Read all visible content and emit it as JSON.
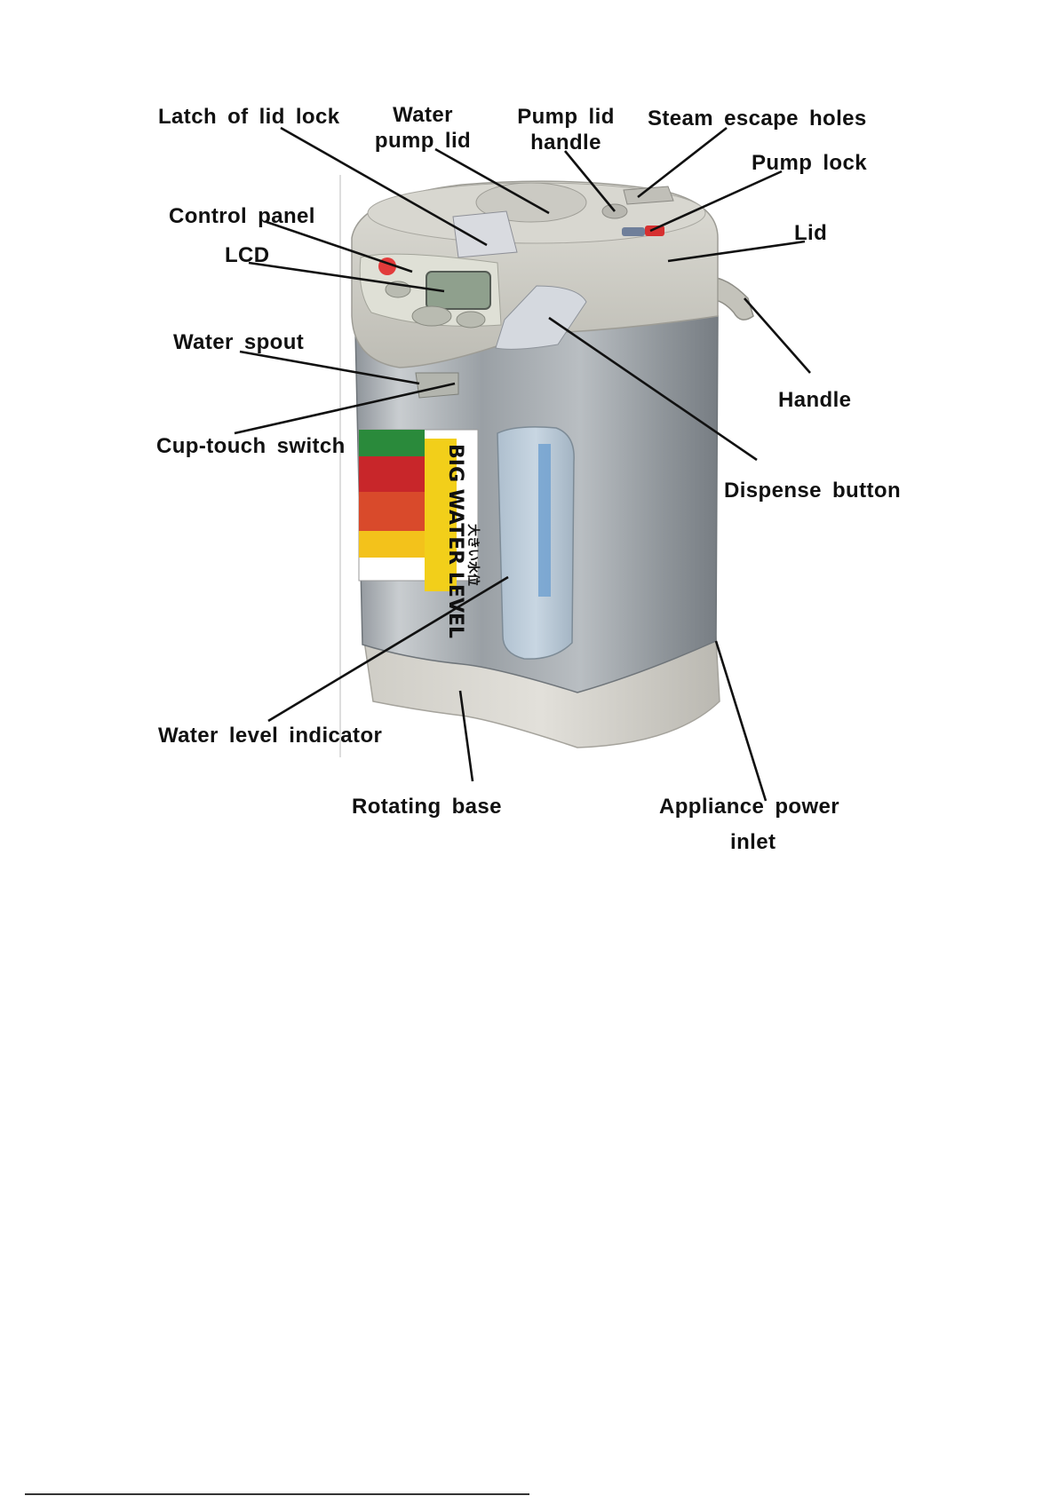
{
  "colors": {
    "label": "#111111",
    "body_steel": "#a9afb3",
    "top_cap": "#cfcfc8",
    "base": "#d8d6cf",
    "button_red": "#e23b3b",
    "window_blue": "#6d9fd0"
  },
  "labels": {
    "latch_of_lid_lock": "Latch of lid lock",
    "water_pump_lid_1": "Water",
    "water_pump_lid_2": "pump lid",
    "pump_lid_handle_1": "Pump lid",
    "pump_lid_handle_2": "handle",
    "steam_escape_holes": "Steam escape holes",
    "pump_lock": "Pump lock",
    "control_panel": "Control panel",
    "lid": "Lid",
    "lcd": "LCD",
    "water_spout": "Water spout",
    "handle": "Handle",
    "cup_touch_switch": "Cup-touch switch",
    "dispense_button": "Dispense button",
    "water_level_indicator": "Water level indicator",
    "rotating_base": "Rotating base",
    "appliance_power_inlet_1": "Appliance power",
    "appliance_power_inlet_2": "inlet"
  },
  "sticker": {
    "headline": "BIG WATER LEVEL",
    "japanese": "大きい水位"
  }
}
